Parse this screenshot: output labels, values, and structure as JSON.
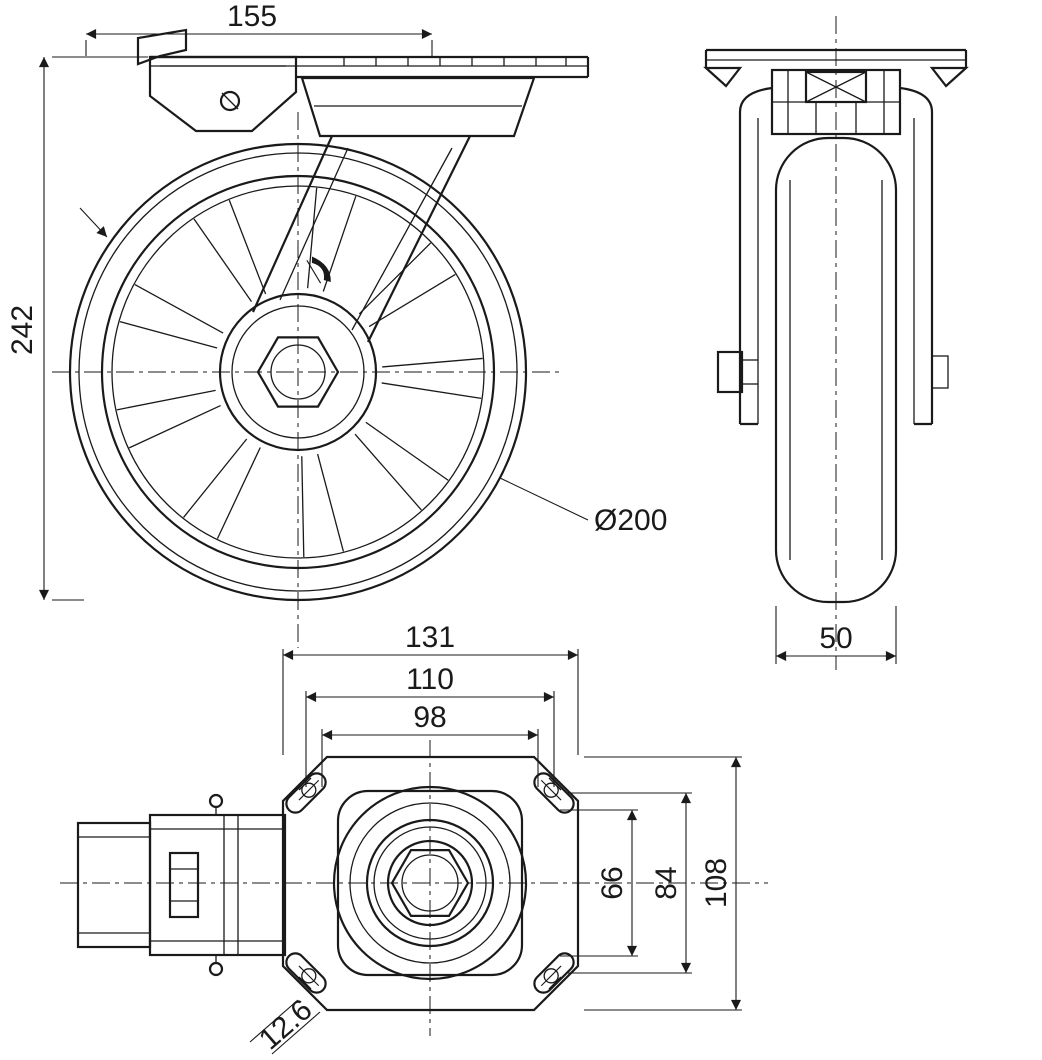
{
  "views": {
    "side": {
      "plate_length": "155",
      "overall_height": "242",
      "wheel_diameter": "Ø200"
    },
    "front": {
      "wheel_width": "50"
    },
    "plan": {
      "plate_length": "131",
      "bolt_pitch_long_outer": "110",
      "bolt_pitch_long_inner": "98",
      "bolt_pitch_short_inner": "66",
      "bolt_pitch_short_outer": "84",
      "plate_width": "108",
      "slot_width": "12.6"
    }
  },
  "colors": {
    "line": "#1a1a1a",
    "background": "#ffffff"
  }
}
